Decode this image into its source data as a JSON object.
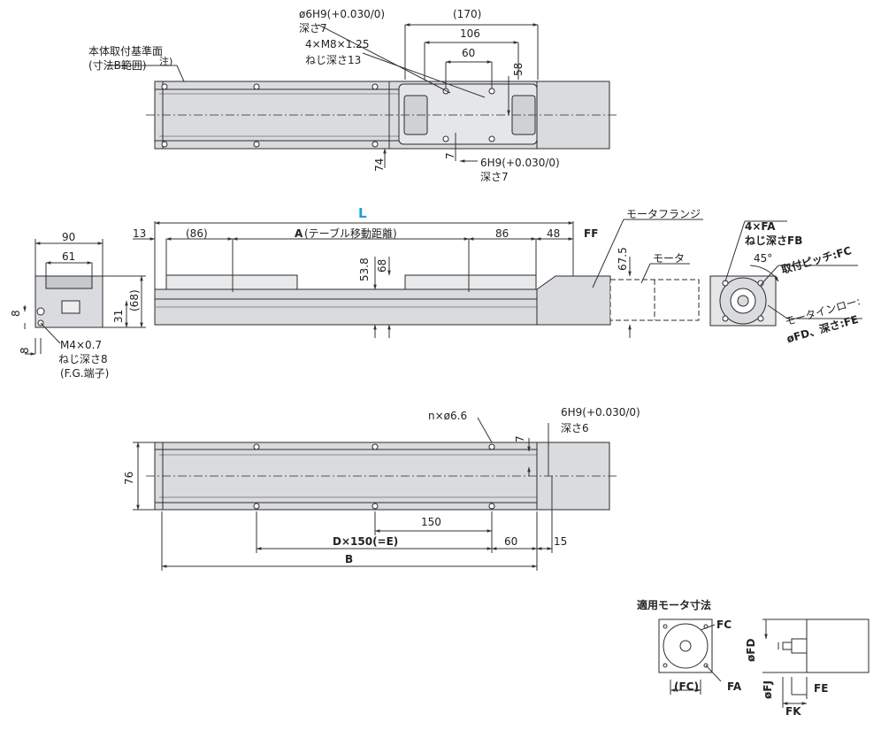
{
  "colors": {
    "body_fill": "#d9dbde",
    "body_stroke": "#2b2b2b",
    "accent_L": "#1aa3d9",
    "dim_line": "#333333"
  },
  "top_view": {
    "datum_note_line1": "本体取付基準面",
    "datum_note_line2": "(寸法B範囲)",
    "datum_note_sup": "注)",
    "hole_top": "ø6H9(+0.030/0)",
    "hole_top_depth": "深さ7",
    "tap_note": "4×M8×1.25",
    "tap_depth": "ねじ深さ13",
    "dim_170": "(170)",
    "dim_106": "106",
    "dim_60": "60",
    "dim_58": "58",
    "dim_74": "74",
    "dim_7": "7",
    "slot": "6H9(+0.030/0)",
    "slot_depth": "深さ7"
  },
  "side_view": {
    "L": "L",
    "dim_13": "13",
    "dim_86a": "(86)",
    "A_label": "A",
    "A_text": "(テーブル移動距離)",
    "dim_86b": "86",
    "dim_48": "48",
    "FF": "FF",
    "dim_53_8": "53.8",
    "dim_68": "68",
    "dim_67_5": "67.5",
    "motor_flange": "モータフランジ",
    "motor": "モータ"
  },
  "end_view": {
    "dim_90": "90",
    "dim_61": "61",
    "dim_68p": "(68)",
    "dim_31": "31",
    "dim_8a": "8",
    "dim_8b": "8",
    "fg_note1": "M4×0.7",
    "fg_note2": "ねじ深さ8",
    "fg_note3": "(F.G.端子)"
  },
  "motor_end": {
    "fa_label": "4×FA",
    "fb_label": "ねじ深さFB",
    "angle": "45°",
    "pitch": "取付ピッチ:FC",
    "inlow1": "モータインロー:",
    "inlow2": "øFD、深さ:FE"
  },
  "bottom_view": {
    "n_holes": "n×ø6.6",
    "slot": "6H9(+0.030/0)",
    "slot_depth": "深さ6",
    "dim_7": "7",
    "dim_76": "76",
    "dim_150": "150",
    "D_expr": "D×150(=E)",
    "dim_60": "60",
    "dim_15": "15",
    "B": "B"
  },
  "motor_dims": {
    "title": "適用モータ寸法",
    "FC": "FC",
    "FC_paren": "(FC)",
    "FA": "FA",
    "FD": "øFD",
    "FJ": "øFJ",
    "FK": "FK",
    "FE": "FE"
  }
}
